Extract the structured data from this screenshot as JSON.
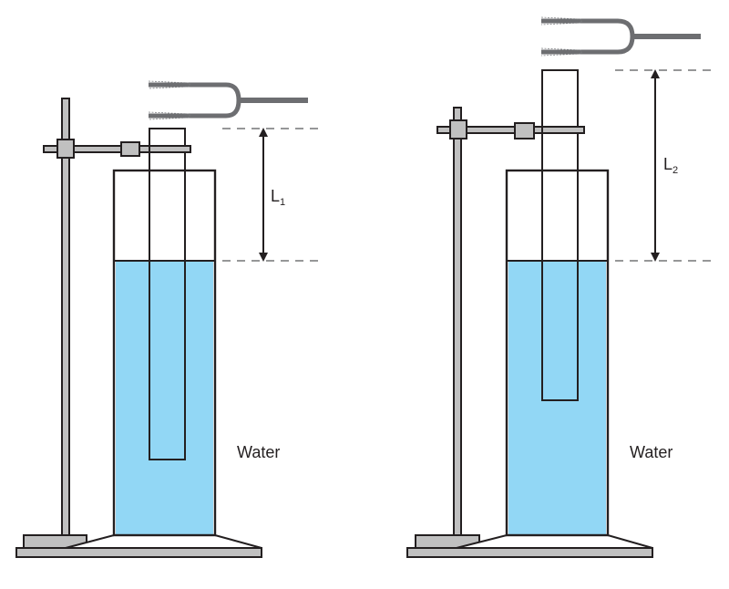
{
  "left_setup": {
    "length_label": {
      "main": "L",
      "sub": "1"
    },
    "liquid_label": "Water"
  },
  "right_setup": {
    "length_label": {
      "main": "L",
      "sub": "2"
    },
    "liquid_label": "Water"
  },
  "colors": {
    "water": "#92d7f5",
    "stand": "#c0c0c0",
    "outline": "#231f20",
    "fork": "#6d6e71",
    "dash": "#58595b"
  }
}
